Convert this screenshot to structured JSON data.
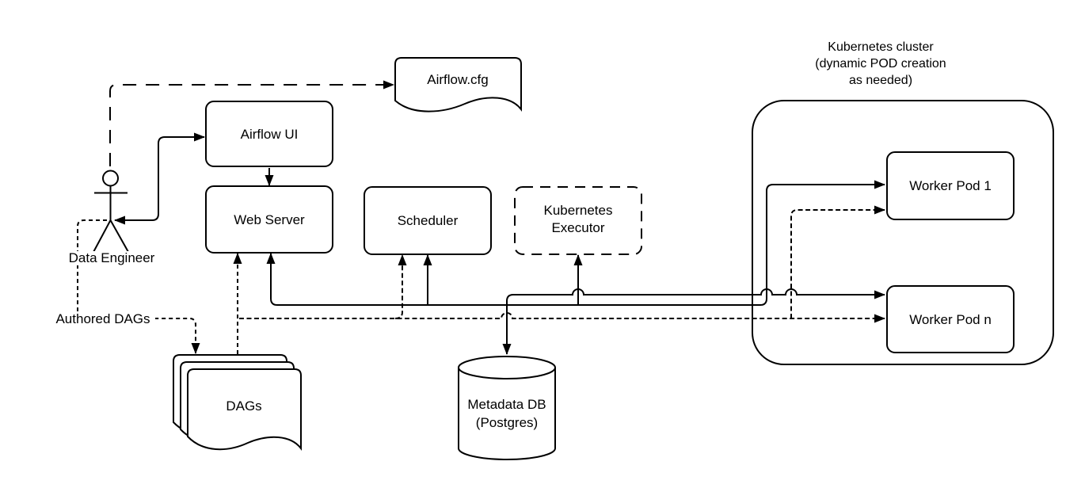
{
  "diagram_type": "architecture-flowchart",
  "colors": {
    "stroke": "#000000",
    "fill": "#ffffff",
    "background": "#ffffff"
  },
  "nodes": {
    "airflow_cfg": {
      "label": "Airflow.cfg",
      "shape": "document"
    },
    "airflow_ui": {
      "label": "Airflow UI",
      "shape": "rounded-rectangle"
    },
    "web_server": {
      "label": "Web Server",
      "shape": "rounded-rectangle"
    },
    "scheduler": {
      "label": "Scheduler",
      "shape": "rounded-rectangle"
    },
    "kubernetes_executor": {
      "lines": [
        "Kubernetes",
        "Executor"
      ],
      "shape": "dashed-rounded-rectangle"
    },
    "worker_pod_1": {
      "label": "Worker Pod 1",
      "shape": "rounded-rectangle"
    },
    "worker_pod_n": {
      "label": "Worker Pod n",
      "shape": "rounded-rectangle"
    },
    "dags": {
      "label": "DAGs",
      "shape": "document-stack"
    },
    "metadata_db": {
      "lines": [
        "Metadata DB",
        "(Postgres)"
      ],
      "shape": "cylinder"
    },
    "data_engineer": {
      "label": "Data Engineer",
      "shape": "stick-figure"
    },
    "kubernetes_cluster": {
      "lines": [
        "Kubernetes cluster",
        "(dynamic POD creation",
        "as needed)"
      ],
      "shape": "large-rounded-container"
    }
  },
  "edge_labels": {
    "authored_dags": "Authored DAGs"
  }
}
